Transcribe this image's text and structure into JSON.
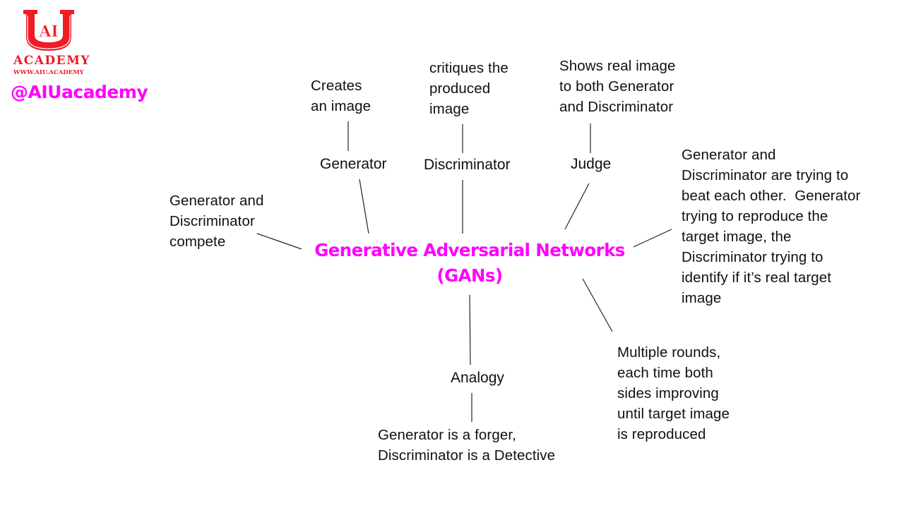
{
  "brand": {
    "logo_letters": "AI",
    "logo_name": "ACADEMY",
    "website": "WWW.AIU.ACADEMY",
    "handle": "@AIUacademy",
    "colors": {
      "logo_red": "#ee1c25",
      "accent_magenta": "#ff00ff"
    }
  },
  "diagram": {
    "center": "Generative Adversarial Networks\n(GANs)",
    "nodes": {
      "generator": {
        "label": "Generator",
        "description": "Creates\nan image"
      },
      "discriminator": {
        "label": "Discriminator",
        "description": "critiques the\nproduced\nimage"
      },
      "judge": {
        "label": "Judge",
        "description": "Shows real image\nto both Generator\nand Discriminator"
      },
      "compete": {
        "description": "Generator and\nDiscriminator\ncompete"
      },
      "beat": {
        "description": "Generator and\nDiscriminator are trying to\nbeat each other.  Generator\ntrying to reproduce the\ntarget image, the\nDiscriminator trying to\nidentify if it’s real target\nimage"
      },
      "rounds": {
        "description": "Multiple rounds,\neach time both\nsides improving\nuntil target image\nis reproduced"
      },
      "analogy": {
        "label": "Analogy",
        "description": "Generator is a forger,\nDiscriminator is a Detective"
      }
    }
  }
}
